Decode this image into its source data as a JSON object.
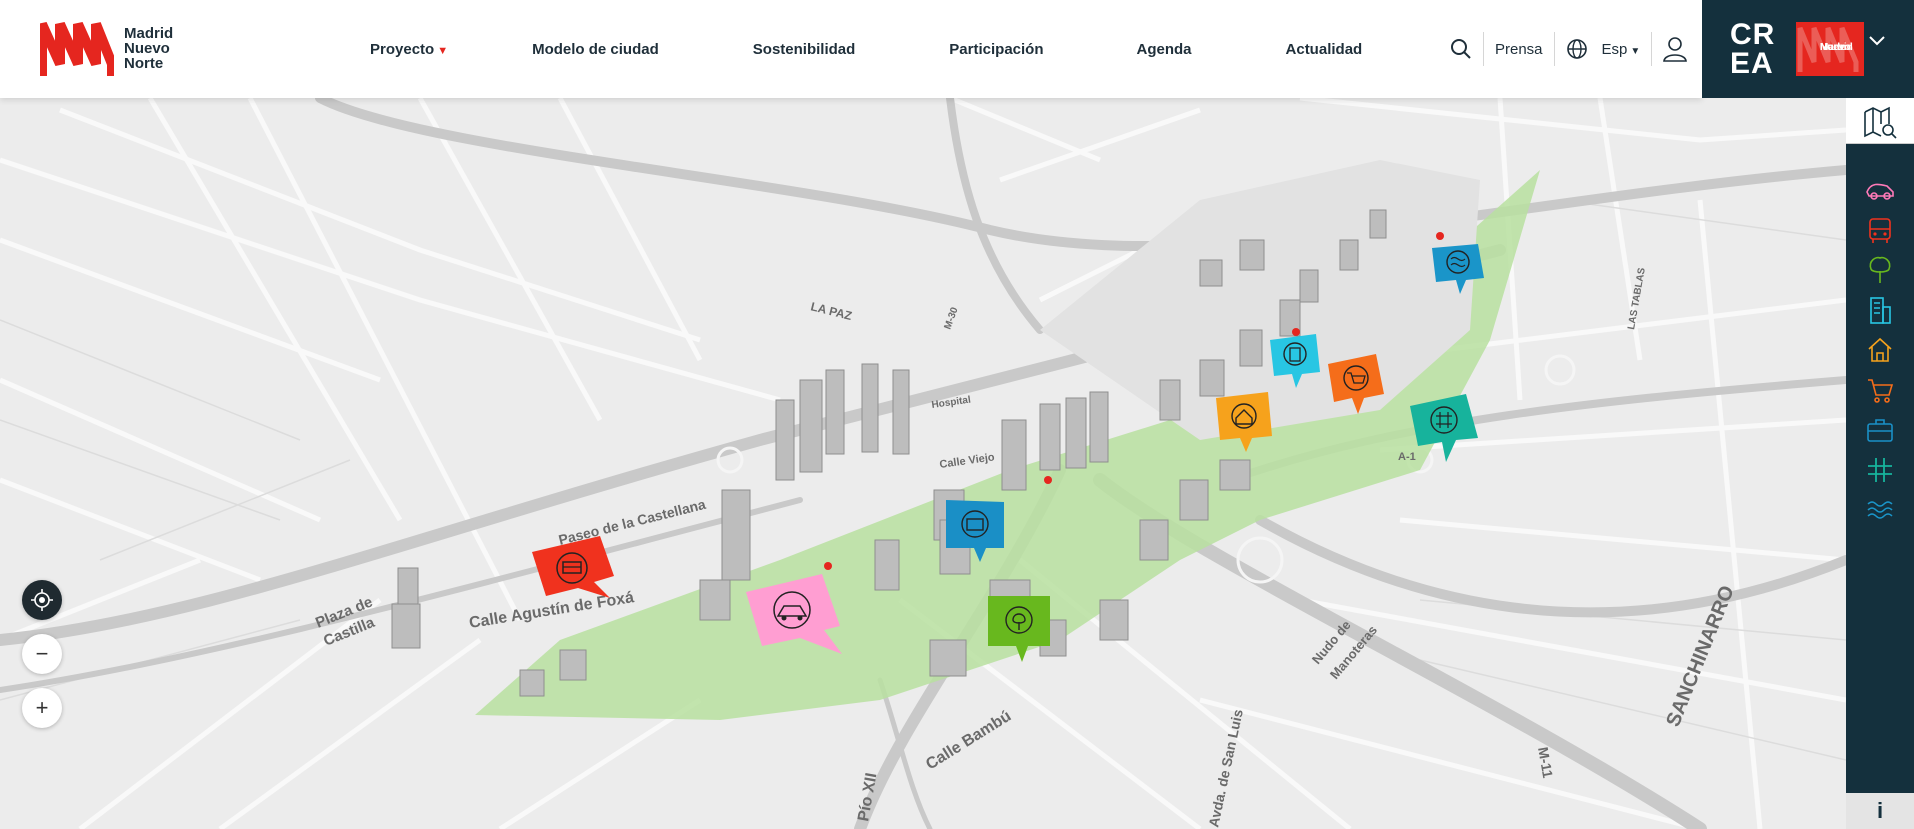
{
  "brand": {
    "logo_lines": [
      "Madrid",
      "Nuevo",
      "Norte"
    ],
    "color": "#e5261f",
    "navy": "#14303d"
  },
  "nav": {
    "items": [
      "Proyecto",
      "Modelo de ciudad",
      "Sostenibilidad",
      "Participación",
      "Agenda",
      "Actualidad"
    ]
  },
  "tools": {
    "prensa": "Prensa",
    "language": "Esp"
  },
  "crea": {
    "line1": "CR",
    "line2": "EA",
    "badge_lines": [
      "Madrid",
      "Nuevo",
      "Norte"
    ]
  },
  "map": {
    "streets": [
      "Plaza de",
      "Castilla",
      "Calle Agustín de Foxá",
      "Paseo de la Castellana",
      "Calle Bambú",
      "Pío XII",
      "Avda. de San Luis",
      "Nudo de",
      "Manoteras",
      "SANCHINARRO",
      "LA PAZ",
      "M-11",
      "M-30",
      "A-1",
      "LAS TABLAS",
      "Calle Viejo",
      "Hospital"
    ],
    "pins": [
      {
        "name": "transport-pin",
        "color": "#f0321e",
        "icon": "bus-icon"
      },
      {
        "name": "mobility-pin",
        "color": "#ff9ed2",
        "icon": "car-icon"
      },
      {
        "name": "office-pin",
        "color": "#1a8fc6",
        "icon": "briefcase-icon"
      },
      {
        "name": "green-pin",
        "color": "#68b81e",
        "icon": "tree-icon"
      },
      {
        "name": "housing-pin",
        "color": "#f6a21c",
        "icon": "house-icon"
      },
      {
        "name": "equipment-pin",
        "color": "#28c6e3",
        "icon": "building-icon"
      },
      {
        "name": "commerce-pin",
        "color": "#f56d1a",
        "icon": "cart-icon"
      },
      {
        "name": "connectivity-pin",
        "color": "#17b39c",
        "icon": "network-icon"
      },
      {
        "name": "water-pin",
        "color": "#1a95c9",
        "icon": "waves-icon"
      }
    ]
  },
  "rail": {
    "items": [
      {
        "icon": "car-icon",
        "color": "#ff7ab8"
      },
      {
        "icon": "bus-icon",
        "color": "#f0321e"
      },
      {
        "icon": "tree-icon",
        "color": "#68b81e"
      },
      {
        "icon": "building-icon",
        "color": "#28c6e3"
      },
      {
        "icon": "house-icon",
        "color": "#f6a21c"
      },
      {
        "icon": "cart-icon",
        "color": "#f56d1a"
      },
      {
        "icon": "briefcase-icon",
        "color": "#1a8fc6"
      },
      {
        "icon": "network-icon",
        "color": "#17b39c"
      },
      {
        "icon": "waves-icon",
        "color": "#1a95c9"
      }
    ],
    "info": "i"
  },
  "controls": {
    "zoom_in": "+",
    "zoom_out": "−"
  }
}
